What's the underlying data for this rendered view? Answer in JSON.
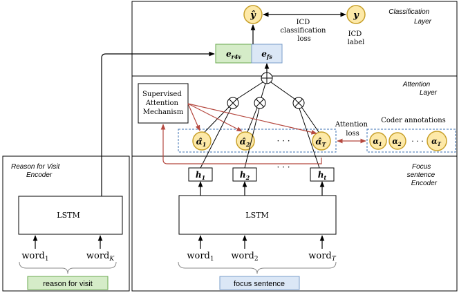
{
  "colors": {
    "circle_fill": "#fde9a8",
    "circle_stroke": "#c8a02a",
    "green_fill": "#d5ecc8",
    "green_stroke": "#6aa84f",
    "blue_fill": "#dbe7f6",
    "blue_stroke": "#7a9cc9",
    "dashed_blue": "#3a6fb0",
    "red_arrow": "#b5483f",
    "line": "#000000"
  },
  "sections": {
    "classification": [
      "Classification",
      "Layer"
    ],
    "attention": [
      "Attention",
      "Layer"
    ],
    "focus": [
      "Focus",
      "sentence",
      "Encoder"
    ],
    "rfv": [
      "Reason for Visit",
      "Encoder"
    ]
  },
  "classification": {
    "y_hat": "ŷ",
    "y": "y",
    "loss": [
      "ICD",
      "classification",
      "loss"
    ],
    "label": [
      "ICD",
      "label"
    ],
    "e_r4v": {
      "main": "e",
      "sub": "r4v"
    },
    "e_fs": {
      "main": "e",
      "sub": "fs"
    }
  },
  "attention": {
    "supervised": [
      "Supervised",
      "Attention",
      "Mechanism"
    ],
    "alphas": [
      {
        "main": "α̂",
        "sub": "1"
      },
      {
        "main": "α̂",
        "sub": "2"
      },
      {
        "main": "α̂",
        "sub": "T"
      }
    ],
    "dots": "· · ·",
    "att_loss": [
      "Attention",
      "loss"
    ],
    "coder_title": "Coder annotations",
    "coder": [
      {
        "main": "α",
        "sub": "1"
      },
      {
        "main": "α",
        "sub": "2"
      },
      {
        "main": "α",
        "sub": "T"
      }
    ]
  },
  "encoder": {
    "hidden": [
      {
        "main": "h",
        "sub": "1"
      },
      {
        "main": "h",
        "sub": "2"
      },
      {
        "main": "h",
        "sub": "t"
      }
    ],
    "dots": "· · ·",
    "lstm": "LSTM",
    "words": [
      {
        "main": "word",
        "sub": "1"
      },
      {
        "main": "word",
        "sub": "2"
      },
      {
        "main": "word",
        "sub": "T"
      }
    ],
    "bottom_label": "focus sentence"
  },
  "rfv": {
    "lstm": "LSTM",
    "words": [
      {
        "main": "word",
        "sub": "1"
      },
      {
        "main": "word",
        "sub": "K"
      }
    ],
    "bottom_label": "reason for visit"
  }
}
